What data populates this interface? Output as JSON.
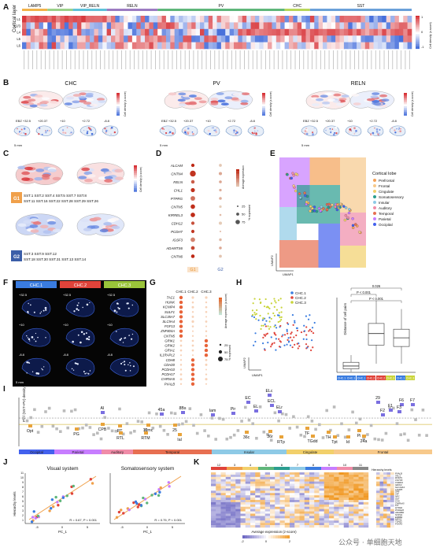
{
  "panel_labels": [
    "A",
    "B",
    "C",
    "D",
    "E",
    "F",
    "G",
    "H",
    "I",
    "J",
    "K"
  ],
  "panelA": {
    "groups": [
      "LAMP5",
      "VIP",
      "VIP_RELN",
      "RELN",
      "PV",
      "CHC",
      "SST"
    ],
    "group_colors": [
      "#f2b24a",
      "#9bd18a",
      "#5ec1d9",
      "#9c7bc1",
      "#5fb67a",
      "#b8d65a",
      "#6aa0d9"
    ],
    "y_axis": "Cortical layer",
    "layers": [
      "L1",
      "L2/3",
      "L4",
      "L5",
      "L6"
    ],
    "colorbar_label": "Cell density (z-score)",
    "colorbar_ticks": [
      "1",
      "0",
      "-1"
    ]
  },
  "panelB": {
    "titles": [
      "CHC",
      "PV",
      "RELN"
    ],
    "ebz_ticks": [
      "EBZ +32.5",
      "+20.37",
      "+10",
      "+2.72",
      "-8.8"
    ],
    "scale": "5 mm",
    "colorbar_label": "Cell density (z-score)"
  },
  "panelC": {
    "g1_label": "G1",
    "g1_text_1": "SST.1 SST.2 SST.4 SST.5 SST.7 SST.8",
    "g1_text_2": "SST.11 SST.16 SST.22 SST.28 SST.29 SST.26",
    "g2_label": "G2",
    "g2_text_1": "SST.3 SST.9 SST.12",
    "g2_text_2": "SST.18 SST.30 SST.31 SST.13 SST.14",
    "colorbar_label": "Cell density (z-score)"
  },
  "panelD": {
    "genes": [
      "ALCAM",
      "CNTN4",
      "RELN",
      "CHL1",
      "PTPRG",
      "CNTN5",
      "KIRREL3",
      "CDH12",
      "PCDH7",
      "IGSF3",
      "ADAMTS6",
      "CNTN6"
    ],
    "columns": [
      "G1",
      "G2"
    ],
    "legend_title_1": "Average expression",
    "legend_title_2": "% expressed",
    "pct_ticks": [
      "25",
      "50",
      "75"
    ]
  },
  "panelE": {
    "legend_title": "Cortical lobe",
    "lobes": [
      {
        "name": "Prefrontal",
        "color": "#f4a259"
      },
      {
        "name": "Frontal",
        "color": "#f7c98b"
      },
      {
        "name": "Cingulate",
        "color": "#f2d06b"
      },
      {
        "name": "Somatosensory",
        "color": "#2a9d8f"
      },
      {
        "name": "Insular",
        "color": "#8ecae6"
      },
      {
        "name": "Auditory",
        "color": "#f08ca8"
      },
      {
        "name": "Temporal",
        "color": "#e76f51"
      },
      {
        "name": "Parietal",
        "color": "#c77dff"
      },
      {
        "name": "Occipital",
        "color": "#4361ee"
      }
    ],
    "xaxis": "UMAP1",
    "yaxis": "UMAP2"
  },
  "panelF": {
    "titles": [
      "CHC.1",
      "CHC.2",
      "CHC.3"
    ],
    "title_colors": [
      "#3a7ce0",
      "#e0433a",
      "#9ac43a"
    ],
    "ebz": [
      "+32.5",
      "+10",
      "-8.8"
    ],
    "scale": "5 mm"
  },
  "panelG": {
    "columns": [
      "CHC.1",
      "CHC.2",
      "CHC.3"
    ],
    "genes": [
      "TAC1",
      "HUNK",
      "KCNIP4",
      "SULF1",
      "SLC35A7",
      "SLC9A4",
      "FGF13",
      "ZNF804A",
      "CNTN5",
      "GRIK1",
      "GRIK2",
      "GRIA1",
      "IL1RAPL2",
      "CDH8",
      "CDH20",
      "PCDH10",
      "PCDH17",
      "CHRNA5",
      "PVALB"
    ],
    "legend_title_1": "Average expression (z-score)",
    "legend_title_2": "% expressed",
    "pct_ticks": [
      "25",
      "50",
      "75"
    ]
  },
  "panelH": {
    "legend": [
      "CHC.1",
      "CHC.2",
      "CHC.3"
    ],
    "legend_colors": [
      "#3a7ce0",
      "#e0433a",
      "#c9d43a"
    ],
    "xaxis": "UMAP1",
    "yaxis": "UMAP2",
    "box_ylabel": "Distance of cell pairs",
    "pvals": [
      "0.026",
      "P < 0.001",
      "P < 0.001"
    ],
    "pairs": [
      "CHC.1 CHC.1",
      "CHC.1 CHC.2",
      "CHC.2 CHC.3",
      "CHC.1 CHC.3"
    ],
    "boxes": [
      {
        "q1": 0.12,
        "median": 0.22,
        "q3": 0.35,
        "lo": 0.02,
        "hi": 0.6
      },
      {
        "q1": 0.95,
        "median": 1.35,
        "q3": 1.7,
        "lo": 0.3,
        "hi": 2.5
      },
      {
        "q1": 0.9,
        "median": 1.2,
        "q3": 1.5,
        "lo": 0.3,
        "hi": 2.2
      }
    ]
  },
  "panelI": {
    "ylabel": "PV / (SST+PV) density",
    "top_labels": [
      "AI",
      "45a",
      "8Bs",
      "Iam",
      "Pir",
      "EC",
      "ELc",
      "ECL",
      "EL",
      "ELr",
      "29",
      "F1",
      "F2",
      "F6",
      "F3",
      "F7"
    ],
    "bottom_labels": [
      "Opt",
      "PG",
      "CPB",
      "RT",
      "10mc",
      "RTL",
      "RTM",
      "25",
      "Ial",
      "36c",
      "36r",
      "RTp",
      "TF",
      "TGdd",
      "TH",
      "Tpt",
      "Id",
      "Pi",
      "24a"
    ],
    "lobes": [
      {
        "name": "Occipital",
        "color": "#4361ee"
      },
      {
        "name": "Parietal",
        "color": "#c77dff"
      },
      {
        "name": "Auditory",
        "color": "#f08ca8"
      },
      {
        "name": "Temporal",
        "color": "#e76f51"
      },
      {
        "name": "Insular",
        "color": "#8ecae6"
      },
      {
        "name": "Cingulate",
        "color": "#f2d06b"
      },
      {
        "name": "Frontal",
        "color": "#f7c98b"
      }
    ]
  },
  "panelJ": {
    "titles": [
      "Visual system",
      "Somatosensory system"
    ],
    "xaxis": "PC_1",
    "yaxis": "Hierarchy levels",
    "stat_1": "R = 0.67, P < 0.001",
    "stat_2": "R = 0.75, P < 0.001",
    "yticks": [
      "1",
      "2",
      "3",
      "4",
      "5",
      "6",
      "7",
      "8",
      "9",
      "10",
      "11"
    ],
    "xticks_1": [
      "-5",
      "0",
      "5"
    ],
    "xticks_2": [
      "-5",
      "0",
      "5"
    ]
  },
  "panelK": {
    "colorbar_label": "Average expression (z-score)",
    "colorbar_ticks": [
      "-2",
      "0",
      "2"
    ],
    "legend_title": "Hierarchy levels",
    "top_levels": [
      "12",
      "3",
      "4",
      "5",
      "6",
      "7",
      "8",
      "9",
      "10",
      "11"
    ],
    "genes_right": [
      "PVALB",
      "TAC1",
      "RXFP1",
      "CNTN5",
      "CSMD3",
      "GRIK3",
      "SLC24A3",
      "LAMP5",
      "SP8",
      "VIP",
      "NPY",
      "SST",
      "CCK",
      "CHRNA5",
      "KIT",
      "HTR3A",
      "PCDH20",
      "ADARB2",
      "NXPH1",
      "ERBB4",
      "MEIS2",
      "TSHZ2",
      "FOXP2"
    ]
  },
  "watermark": "公众号 · 单细胞天地"
}
